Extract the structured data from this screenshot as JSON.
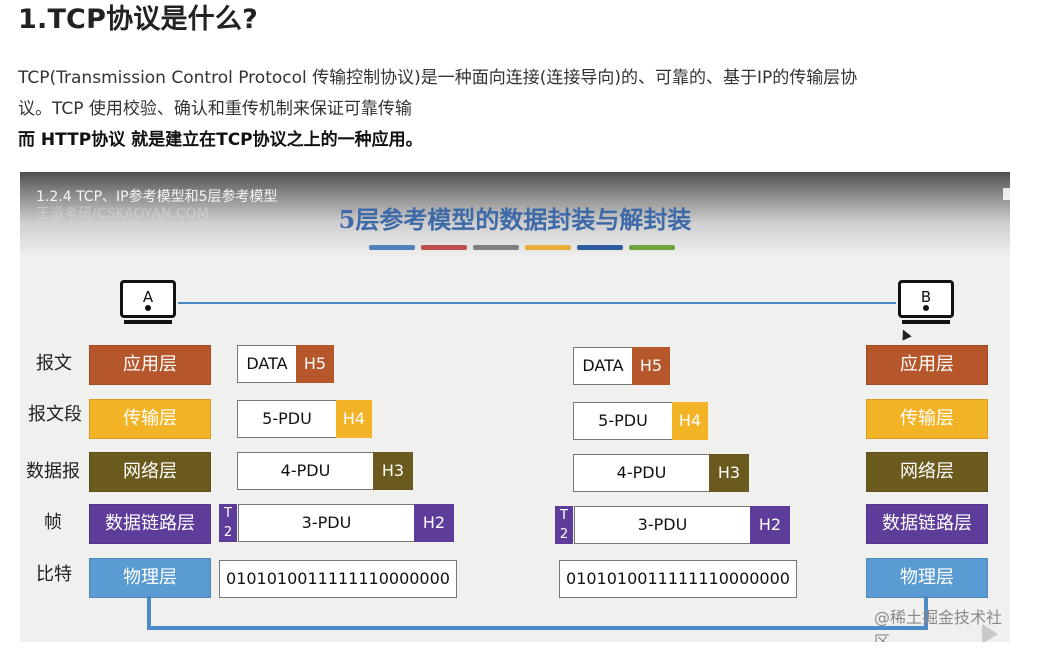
{
  "article": {
    "heading": "1.TCP协议是什么?",
    "para_line1": "TCP(Transmission Control Protocol 传输控制协议)是一种面向连接(连接导向)的、可靠的、基于IP的传输层协",
    "para_line2": "议。TCP 使用校验、确认和重传机制来保证可靠传输",
    "bold_line": "而 HTTP协议 就是建立在TCP协议之上的一种应用。"
  },
  "slide": {
    "header": "1.2.4 TCP、IP参考模型和5层参考模型",
    "header_ghost": "王道考研/CSKAOYAN.COM",
    "title": "5层参考模型的数据封装与解封装",
    "title_bar_colors": [
      "#4f81bd",
      "#c0504d",
      "#7f7f7f",
      "#e8ad3a",
      "#2e5aa0",
      "#70a33f"
    ],
    "host_a": "A",
    "host_b": "B",
    "unit_labels": [
      "报文",
      "报文段",
      "数据报",
      "帧",
      "比特"
    ],
    "layers": [
      {
        "name": "应用层",
        "color": "#b5572a"
      },
      {
        "name": "传输层",
        "color": "#f3b327"
      },
      {
        "name": "网络层",
        "color": "#6b5a1d"
      },
      {
        "name": "数据链路层",
        "color": "#5e3c9a"
      },
      {
        "name": "物理层",
        "color": "#5a9bd3"
      }
    ],
    "pdus": [
      {
        "payload": "DATA",
        "header": "H5",
        "color": "#b5572a"
      },
      {
        "payload": "5-PDU",
        "header": "H4",
        "color": "#f3b327"
      },
      {
        "payload": "4-PDU",
        "header": "H3",
        "color": "#6b5a1d"
      },
      {
        "payload": "3-PDU",
        "header": "H2",
        "color": "#5e3c9a",
        "trailer_t": "T",
        "trailer_n": "2"
      }
    ],
    "bits": "0101010011111110000000",
    "watermark": "@稀土掘金技术社区"
  }
}
